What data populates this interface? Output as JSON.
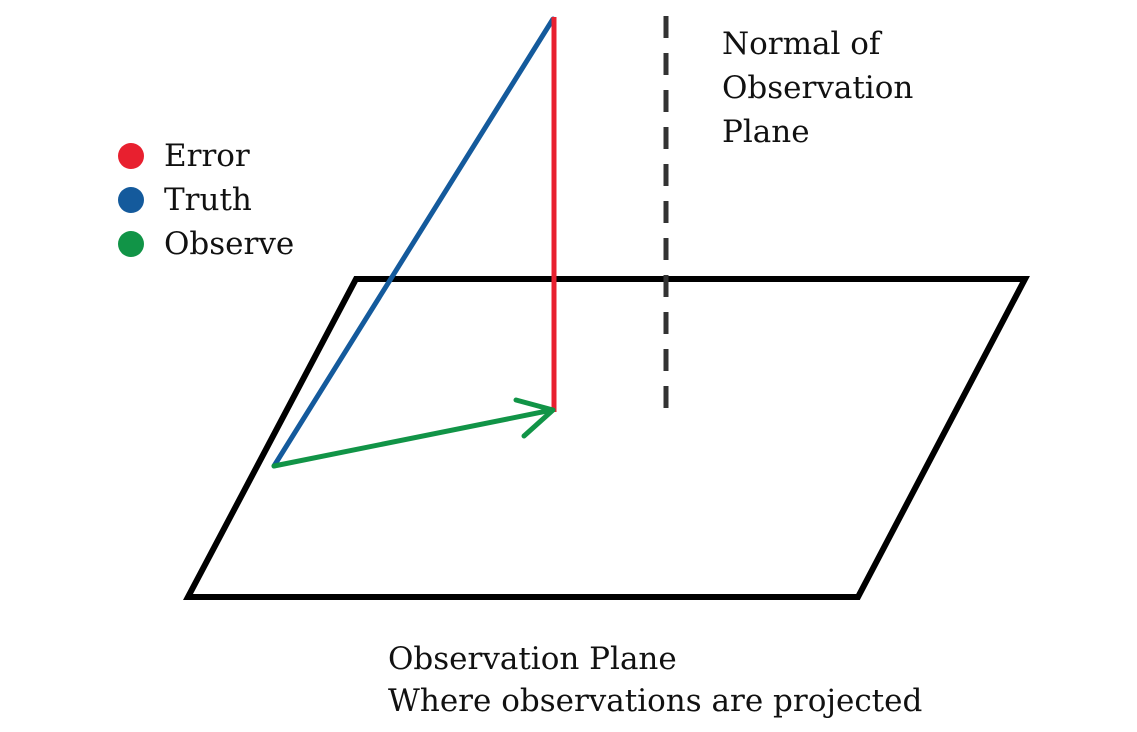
{
  "legend": {
    "items": [
      {
        "label": "Error",
        "color": "#e8202f"
      },
      {
        "label": "Truth",
        "color": "#145a9c"
      },
      {
        "label": "Observe",
        "color": "#119447"
      }
    ]
  },
  "normal_label": {
    "line1": "Normal of",
    "line2": "Observation",
    "line3": "Plane"
  },
  "plane_caption": {
    "line1": "Observation Plane",
    "line2": "Where observations are projected"
  },
  "colors": {
    "plane": "#000000",
    "normal_line": "#333333",
    "error": "#e8202f",
    "truth": "#145a9c",
    "observe": "#119447"
  }
}
